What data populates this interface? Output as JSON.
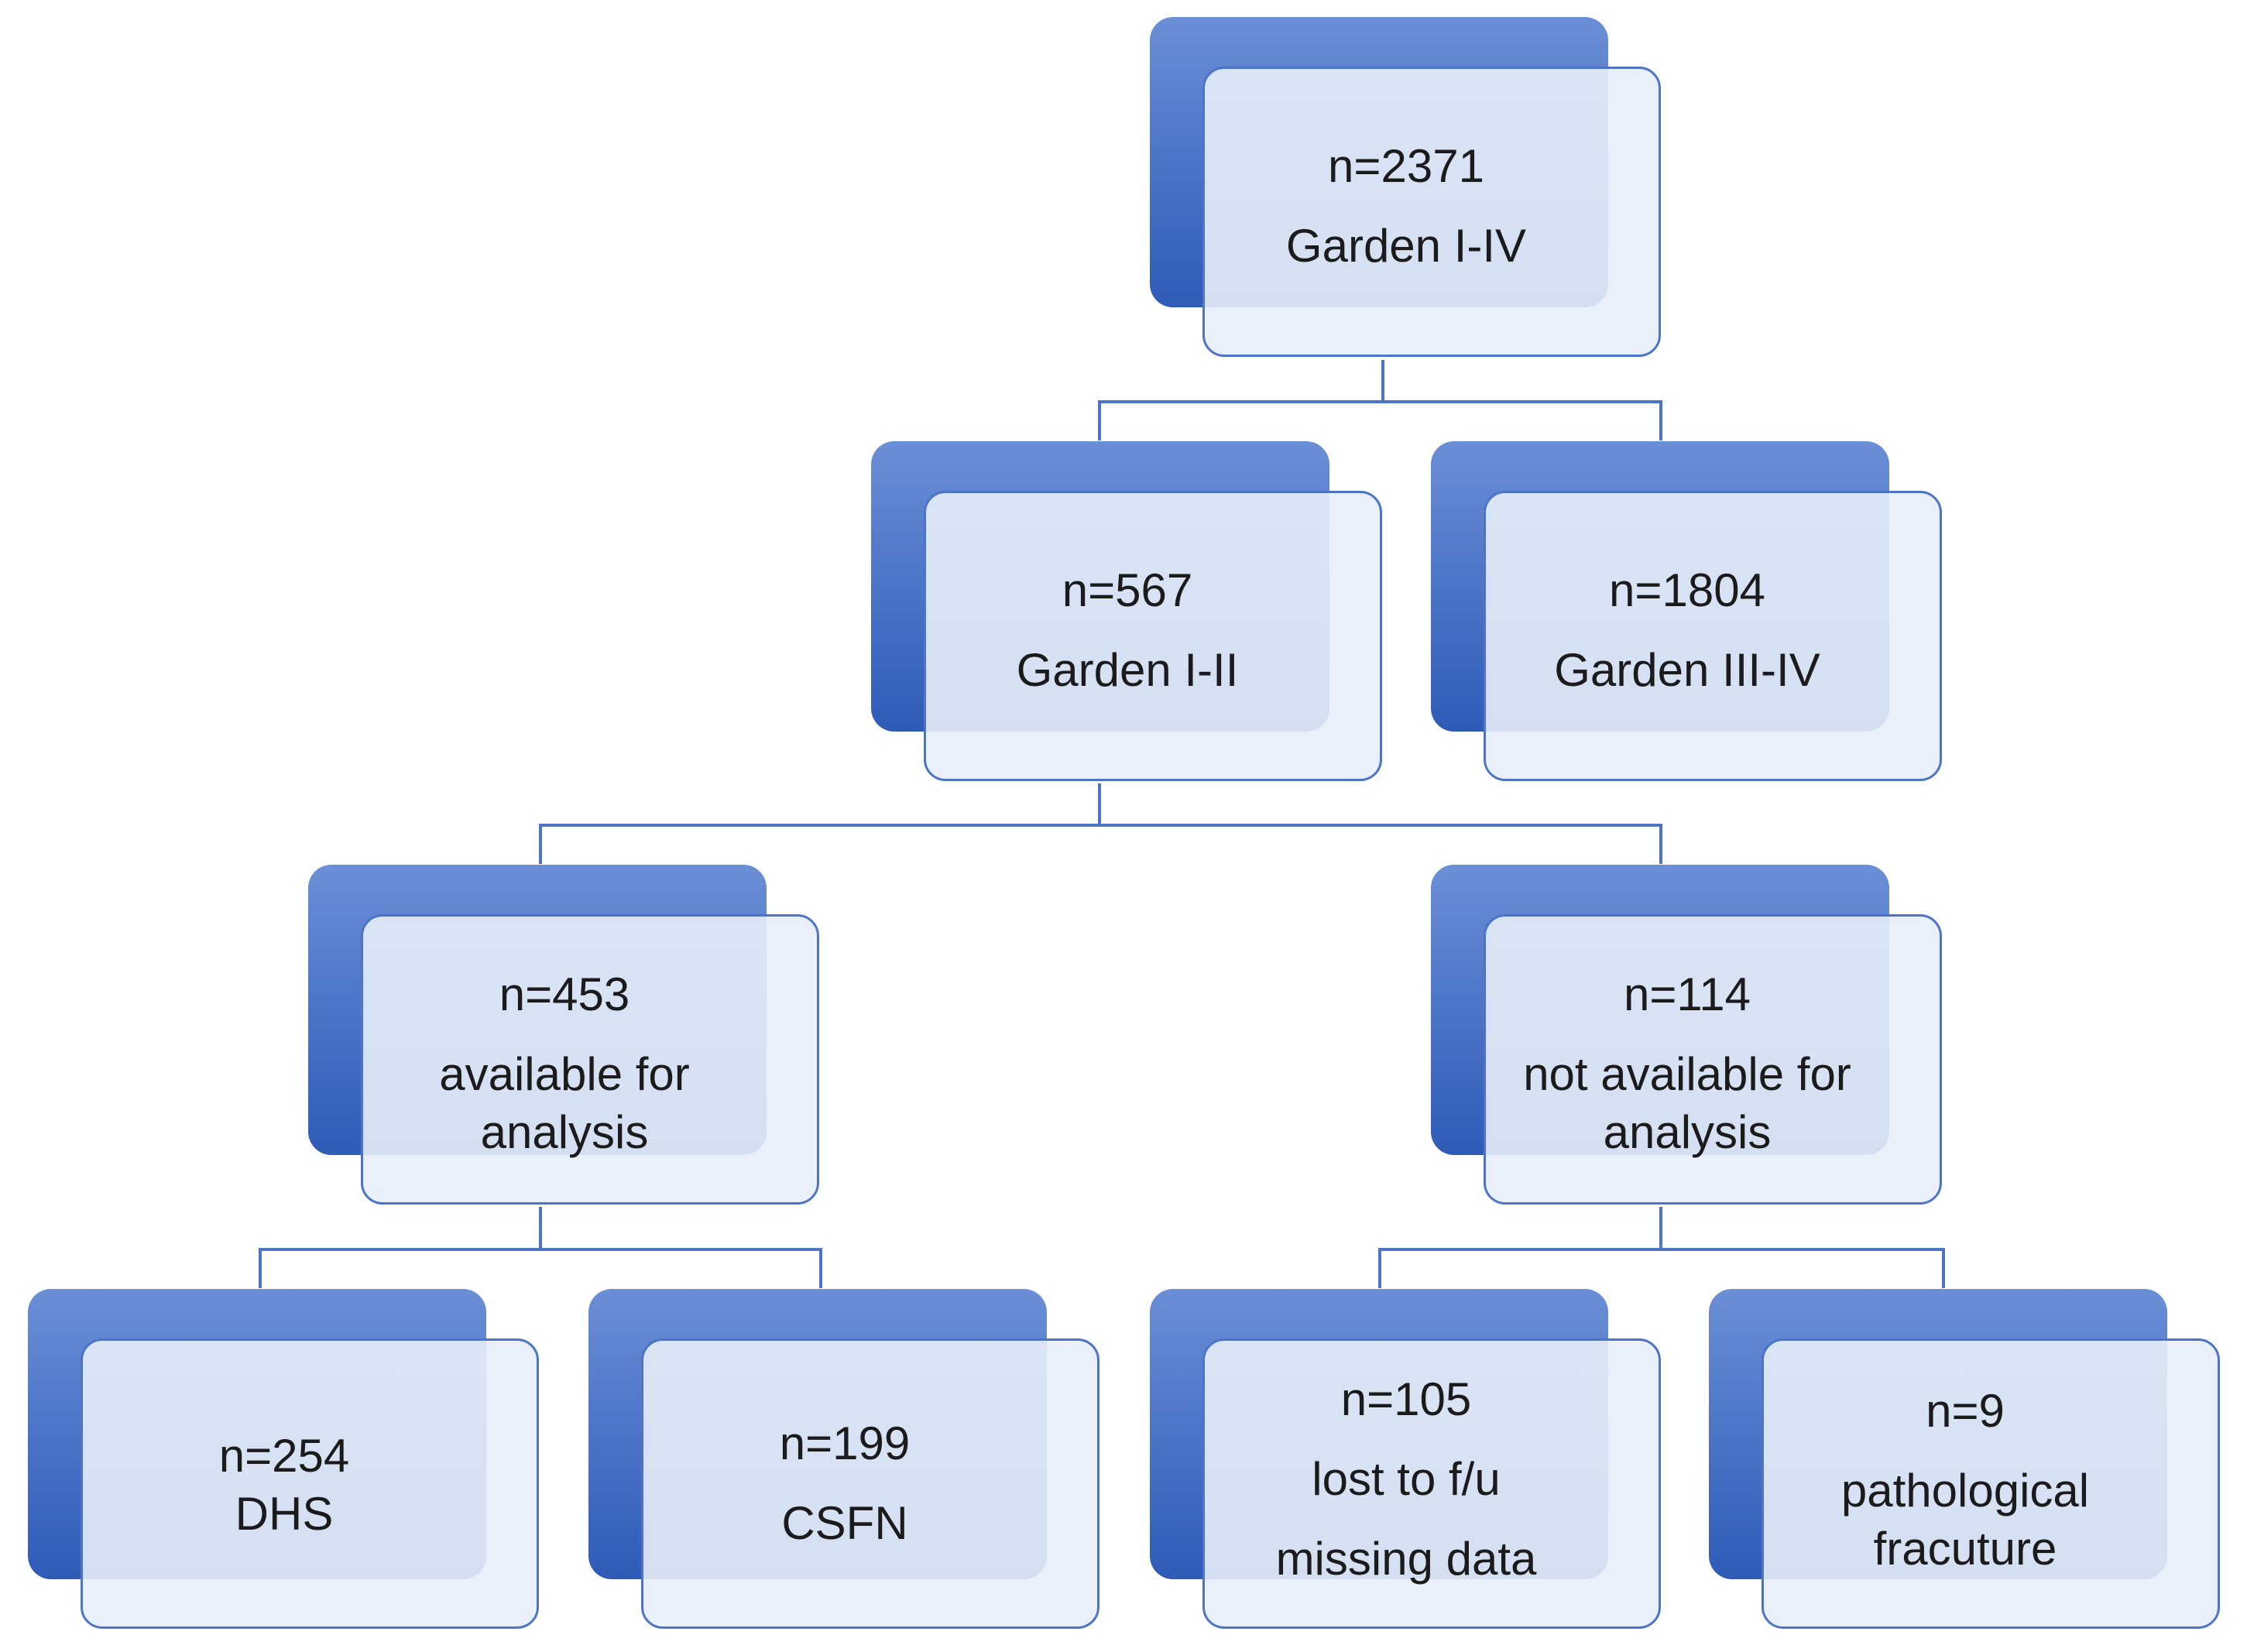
{
  "nodes": {
    "root": {
      "line1": "n=2371",
      "line2": "Garden I-IV"
    },
    "garden12": {
      "line1": "n=567",
      "line2": "Garden I-II"
    },
    "garden34": {
      "line1": "n=1804",
      "line2": "Garden III-IV"
    },
    "available": {
      "line1": "n=453",
      "line2": "available for",
      "line3": "analysis"
    },
    "notavail": {
      "line1": "n=114",
      "line2": "not available for",
      "line3": "analysis"
    },
    "dhs": {
      "line1": "n=254",
      "line2": "DHS"
    },
    "csfn": {
      "line1": "n=199",
      "line2": "CSFN"
    },
    "lost": {
      "line1": "n=105",
      "line2": "lost to f/u",
      "line3": "missing data"
    },
    "patho": {
      "line1": "n=9",
      "line2": "pathological",
      "line3": "fracuture"
    }
  },
  "colors": {
    "box_front": "#e7eef8",
    "box_back_top": "#6b8fd6",
    "box_back_bottom": "#2f5bb8",
    "connector": "#4d74c6"
  }
}
